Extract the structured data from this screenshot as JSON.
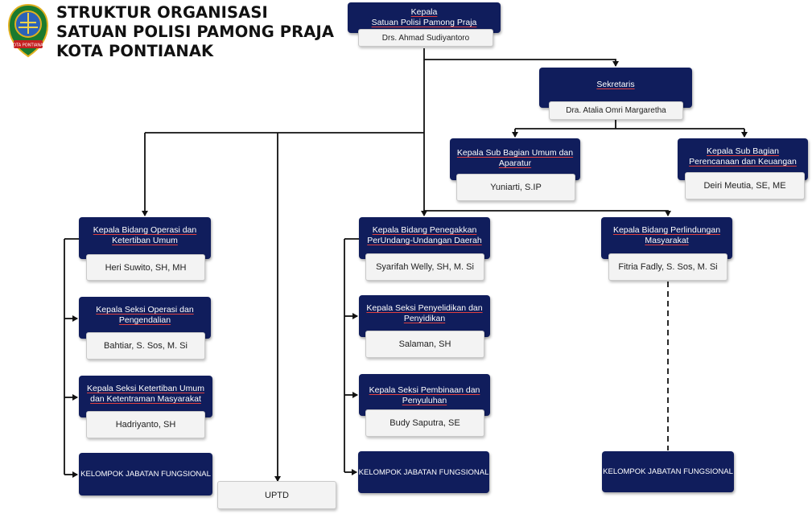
{
  "title": {
    "line1": "STRUKTUR ORGANISASI",
    "line2": "SATUAN POLISI PAMONG PRAJA",
    "line3": "KOTA PONTIANAK"
  },
  "logo": {
    "text": "KOTA PONTIANAK",
    "icon": "city-emblem-icon"
  },
  "colors": {
    "box": "#101d5c",
    "name_box": "#f3f3f3",
    "line": "#111111"
  },
  "kepala": {
    "position": "Kepala\nSatuan Polisi Pamong Praja",
    "name": "Drs. Ahmad Sudiyantoro"
  },
  "sekretaris": {
    "position": "Sekretaris",
    "name": "Dra. Atalia Omri Margaretha"
  },
  "kasubag_umum": {
    "position": "Kepala Sub Bagian Umum dan Aparatur",
    "name": "Yuniarti, S.IP"
  },
  "kasubag_keuangan": {
    "position": "Kepala Sub Bagian Perencanaan dan Keuangan",
    "name": "Deiri Meutia, SE, ME"
  },
  "kabid_operasi": {
    "position": "Kepala Bidang Operasi dan Ketertiban Umum",
    "name": "Heri Suwito, SH, MH"
  },
  "kasi_operasi": {
    "position": "Kepala Seksi Operasi dan Pengendalian",
    "name": "Bahtiar, S. Sos, M. Si"
  },
  "kasi_ketertiban": {
    "position": "Kepala Seksi Ketertiban Umum dan Ketentraman Masyarakat",
    "name": "Hadriyanto, SH"
  },
  "kabid_penegakkan": {
    "position": "Kepala Bidang Penegakkan PerUndang-Undangan Daerah",
    "name": "Syarifah Welly, SH, M. Si"
  },
  "kasi_penyelidikan": {
    "position": "Kepala Seksi Penyelidikan dan Penyidikan",
    "name": "Salaman, SH"
  },
  "kasi_pembinaan": {
    "position": "Kepala Seksi Pembinaan dan Penyuluhan",
    "name": "Budy Saputra, SE"
  },
  "kabid_perlindungan": {
    "position": "Kepala Bidang Perlindungan Masyarakat",
    "name": "Fitria Fadly, S. Sos, M. Si"
  },
  "kelompok_1": "KELOMPOK JABATAN FUNGSIONAL",
  "kelompok_2": "KELOMPOK JABATAN FUNGSIONAL",
  "kelompok_3": "KELOMPOK JABATAN FUNGSIONAL",
  "uptd": "UPTD"
}
